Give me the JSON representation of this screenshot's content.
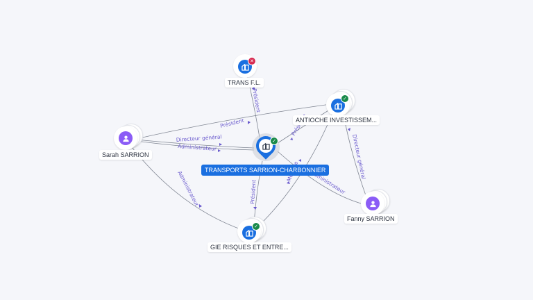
{
  "diagram": {
    "type": "corporate-relationship-graph",
    "colors": {
      "company": "#1a6fe0",
      "person": "#8b5cf6",
      "status_active": "#1a8a4a",
      "status_closed": "#d6284f",
      "edge_label": "#6a5acd",
      "background": "#f5f6fa"
    },
    "nodes": [
      {
        "id": "transports",
        "label": "TRANSPORTS SARRION-CHARBONNIER",
        "kind": "company",
        "status": "active",
        "icon": "building-icon",
        "main": true
      },
      {
        "id": "transfl",
        "label": "TRANS F.L.",
        "kind": "company",
        "status": "closed",
        "icon": "building-icon"
      },
      {
        "id": "antioche",
        "label": "ANTIOCHE INVESTISSEM...",
        "kind": "company",
        "status": "active",
        "icon": "building-icon"
      },
      {
        "id": "gie",
        "label": "GIE RISQUES ET ENTRE...",
        "kind": "company",
        "status": "active",
        "icon": "building-icon"
      },
      {
        "id": "sarah",
        "label": "Sarah SARRION",
        "kind": "person",
        "icon": "person-icon"
      },
      {
        "id": "fanny",
        "label": "Fanny SARRION",
        "kind": "person",
        "icon": "person-icon"
      }
    ],
    "edges": [
      {
        "from": "transports",
        "to": "transfl",
        "label": "Président"
      },
      {
        "from": "sarah",
        "to": "antioche",
        "label": "Président"
      },
      {
        "from": "sarah",
        "to": "transports",
        "label": "Directeur général"
      },
      {
        "from": "sarah",
        "to": "transports",
        "label": "Administrateur"
      },
      {
        "from": "sarah",
        "to": "gie",
        "label": "Administrateur"
      },
      {
        "from": "transports",
        "to": "antioche",
        "label": "Président"
      },
      {
        "from": "fanny",
        "to": "antioche",
        "label": "Directeur général"
      },
      {
        "from": "fanny",
        "to": "transports",
        "label": "Administrateur"
      },
      {
        "from": "gie",
        "to": "transports",
        "label": "Président"
      },
      {
        "from": "gie",
        "to": "antioche",
        "label": "Membre"
      }
    ],
    "status_symbols": {
      "active": "✓",
      "closed": "✕"
    }
  }
}
